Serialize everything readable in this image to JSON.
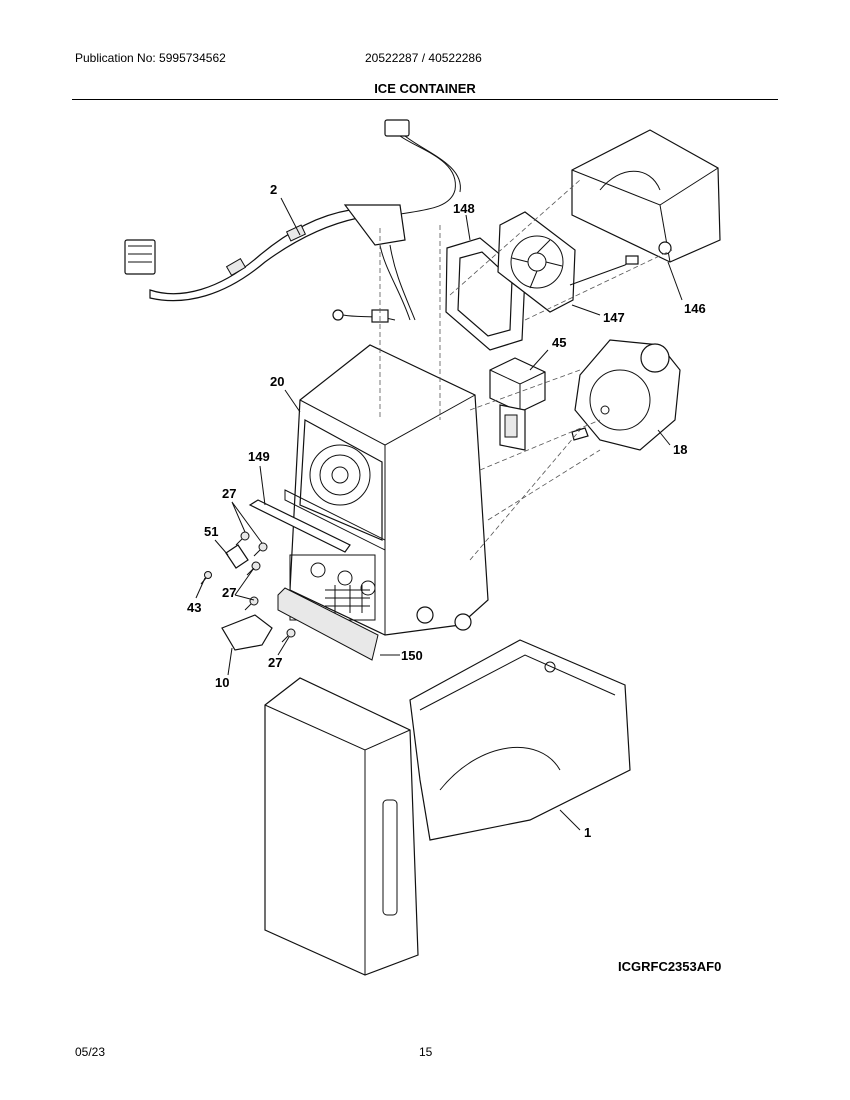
{
  "header": {
    "publication": "Publication No: 5995734562",
    "models": "20522287 / 40522286",
    "title": "ICE CONTAINER"
  },
  "callouts": {
    "c2": "2",
    "c148": "148",
    "c147": "147",
    "c146": "146",
    "c45": "45",
    "c20": "20",
    "c18": "18",
    "c149": "149",
    "c27a": "27",
    "c51": "51",
    "c43": "43",
    "c27b": "27",
    "c27c": "27",
    "c150": "150",
    "c10": "10",
    "c1": "1"
  },
  "figure_code": "ICGRFC2353AF0",
  "footer": {
    "date": "05/23",
    "page": "15"
  }
}
